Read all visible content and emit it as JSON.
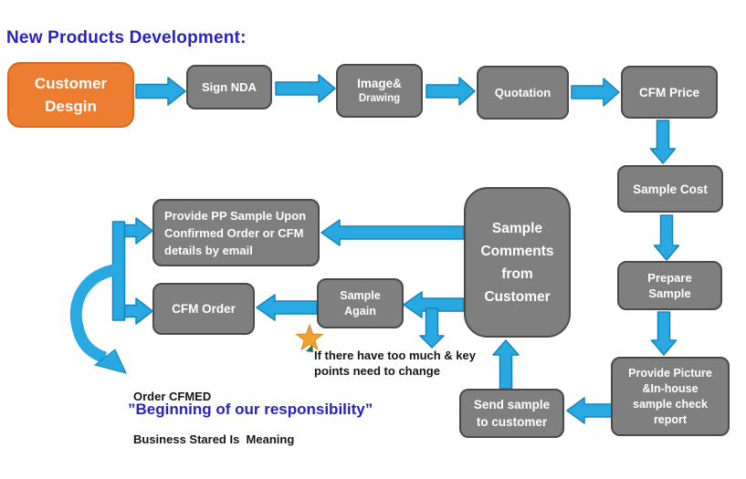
{
  "title": "New Products Development:",
  "colors": {
    "title_blue": "#2a21c4",
    "arrow_fill": "#29a9e2",
    "arrow_stroke": "#1583bd",
    "box_gray": "#7f7f7f",
    "box_gray_border": "#4a4a4a",
    "box_orange": "#ed7d31",
    "box_orange_border": "#d9691f",
    "star_gold": "#f0a22e",
    "note_green": "#1e7145"
  },
  "nodes": {
    "customer_design": {
      "lines": [
        "Customer",
        "Desgin"
      ]
    },
    "sign_nda": {
      "lines": [
        "Sign NDA"
      ]
    },
    "image_drawing": {
      "lines": [
        "Image&",
        "Drawing"
      ]
    },
    "quotation": {
      "lines": [
        "Quotation"
      ]
    },
    "cfm_price": {
      "lines": [
        "CFM Price"
      ]
    },
    "sample_cost": {
      "lines": [
        "Sample Cost"
      ]
    },
    "prepare_sample": {
      "lines": [
        "Prepare",
        "Sample"
      ]
    },
    "provide_picture": {
      "lines": [
        "Provide Picture",
        "&In-house",
        "sample check",
        "report"
      ]
    },
    "send_sample": {
      "lines": [
        "Send sample",
        "to customer"
      ]
    },
    "sample_comments": {
      "lines": [
        "Sample",
        "Comments",
        "from",
        "Customer"
      ]
    },
    "sample_again": {
      "lines": [
        "Sample",
        "Again"
      ]
    },
    "cfm_order": {
      "lines": [
        "CFM Order"
      ]
    },
    "provide_pp": {
      "lines": [
        "Provide PP Sample Upon",
        "Confirmed Order or CFM",
        "details by email"
      ]
    }
  },
  "annotations": {
    "change_note": {
      "lines": [
        "If there have too much & key",
        "points need to change"
      ]
    },
    "order_note": {
      "lines": [
        "Order CFMED",
        "Business Stared Is  Meaning"
      ]
    },
    "quote": "”Beginning of our responsibility”"
  }
}
